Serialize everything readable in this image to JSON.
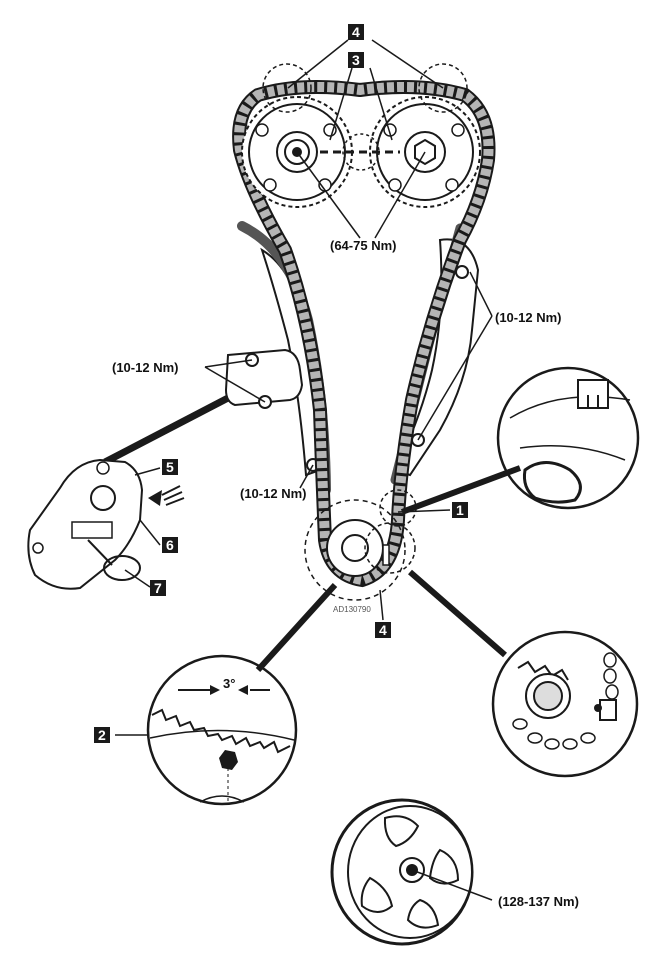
{
  "callouts": {
    "c1": "1",
    "c2": "2",
    "c3": "3",
    "c4_top": "4",
    "c4_bottom": "4",
    "c5": "5",
    "c6": "6",
    "c7": "7"
  },
  "torque": {
    "camshaft": "(64-75 Nm)",
    "right_guide": "(10-12 Nm)",
    "tensioner": "(10-12 Nm)",
    "left_guide": "(10-12 Nm)",
    "pulley": "(128-137 Nm)"
  },
  "angle_label": "3°",
  "figure_code": "AD130790",
  "colors": {
    "line": "#1a1a1a",
    "chain": "#b5b5b5",
    "guide": "#555555",
    "callout_box": "#1a1a1a"
  }
}
